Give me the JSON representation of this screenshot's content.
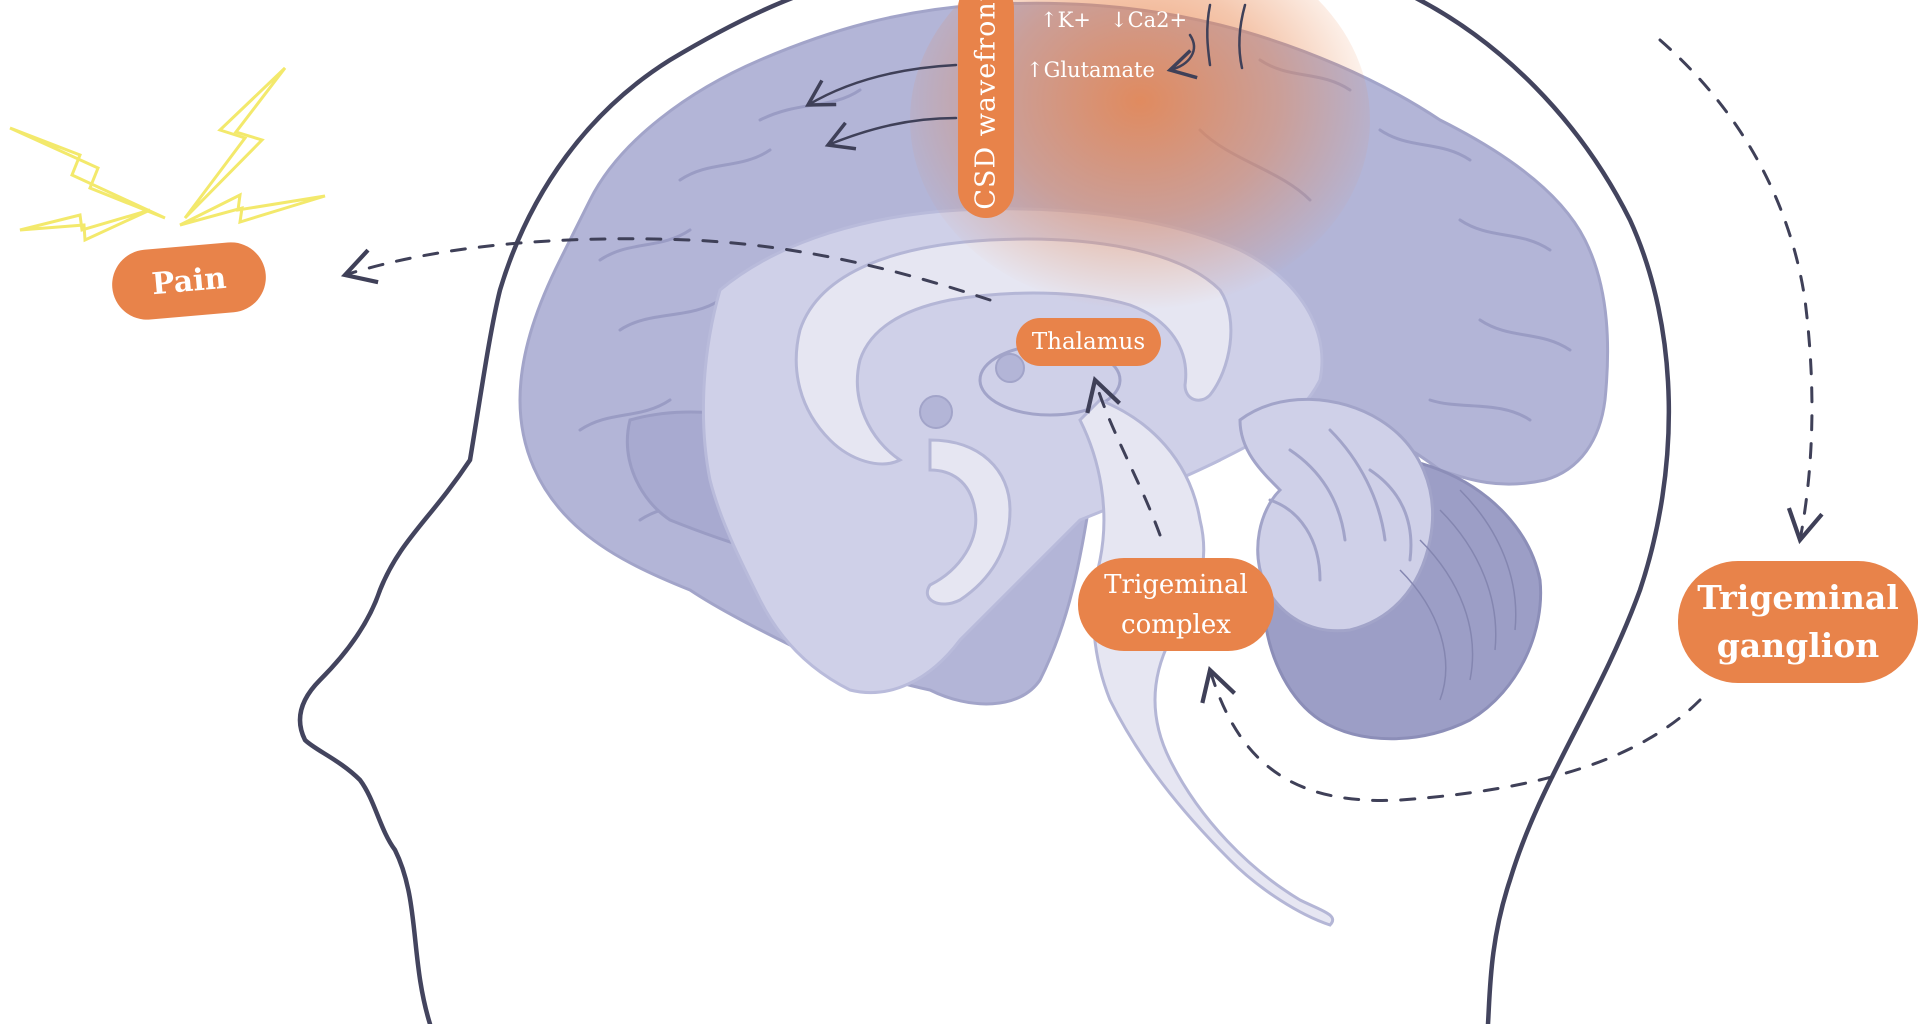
{
  "labels": {
    "pain": "Pain",
    "thalamus": "Thalamus",
    "trigeminal_complex": "Trigeminal\ncomplex",
    "trigeminal_ganglion": "Trigeminal\nganglion",
    "csd_wavefront": "CSD wavefront",
    "potassium": "↑K+",
    "calcium": "↓Ca2+",
    "glutamate": "↑Glutamate"
  },
  "colors": {
    "label_fill": "#e8834a",
    "label_text": "#ffffff",
    "cortex": "#b2b4d6",
    "cortex_light": "#cfd0e8",
    "inner_structures": "#e6e6f2",
    "cerebellum": "#9c9ec6",
    "outline": "#4a4b63",
    "csd_glow": "#e8834a",
    "lightning": "#f3e96c"
  },
  "icons": {
    "pain_symbol": "lightning-bolt-icon",
    "arrow": "dashed-arrow-icon"
  }
}
